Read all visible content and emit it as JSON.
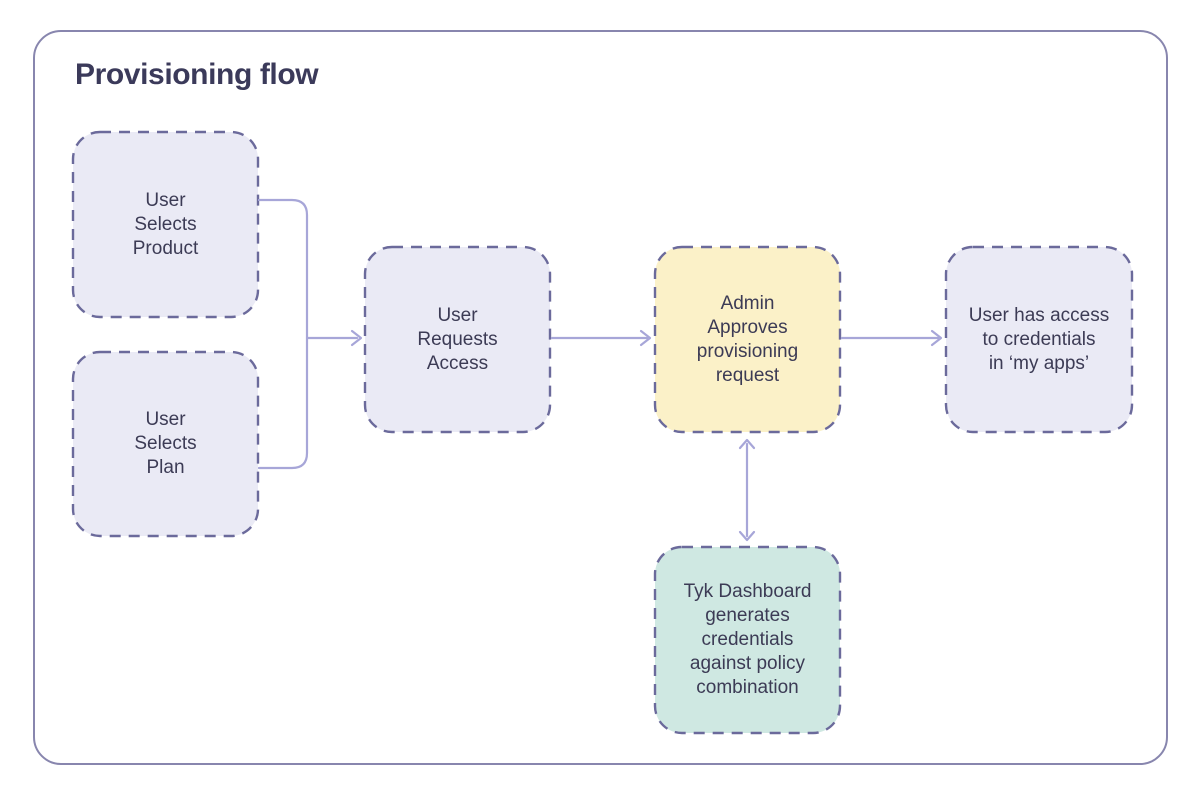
{
  "title": "Provisioning flow",
  "colors": {
    "background": "#ffffff",
    "frame_border": "#8886ae",
    "node_border": "#6b6a9b",
    "node_fill_lavender": "#eaeaf5",
    "node_fill_yellow": "#fbf1c8",
    "node_fill_teal": "#cfe8e2",
    "connector": "#a7a6d8",
    "title_text": "#3b3a5a",
    "node_text": "#3c3b55"
  },
  "nodes": [
    {
      "id": "user-selects-product",
      "label": "User\nSelects\nProduct",
      "fill": "lavender"
    },
    {
      "id": "user-selects-plan",
      "label": "User\nSelects\nPlan",
      "fill": "lavender"
    },
    {
      "id": "user-requests-access",
      "label": "User\nRequests\nAccess",
      "fill": "lavender"
    },
    {
      "id": "admin-approves",
      "label": "Admin\nApproves\nprovisioning\nrequest",
      "fill": "yellow"
    },
    {
      "id": "user-has-access",
      "label": "User has access\nto credentials\nin ‘my apps’",
      "fill": "lavender"
    },
    {
      "id": "tyk-dashboard",
      "label": "Tyk Dashboard\ngenerates\ncredentials\nagainst policy\ncombination",
      "fill": "teal"
    }
  ],
  "edges": [
    {
      "from": "user-selects-product",
      "to": "user-requests-access",
      "style": "merged-arrow"
    },
    {
      "from": "user-selects-plan",
      "to": "user-requests-access",
      "style": "merged-arrow"
    },
    {
      "from": "user-requests-access",
      "to": "admin-approves",
      "style": "arrow"
    },
    {
      "from": "admin-approves",
      "to": "user-has-access",
      "style": "arrow"
    },
    {
      "from": "admin-approves",
      "to": "tyk-dashboard",
      "style": "bidirectional-arrow"
    }
  ]
}
